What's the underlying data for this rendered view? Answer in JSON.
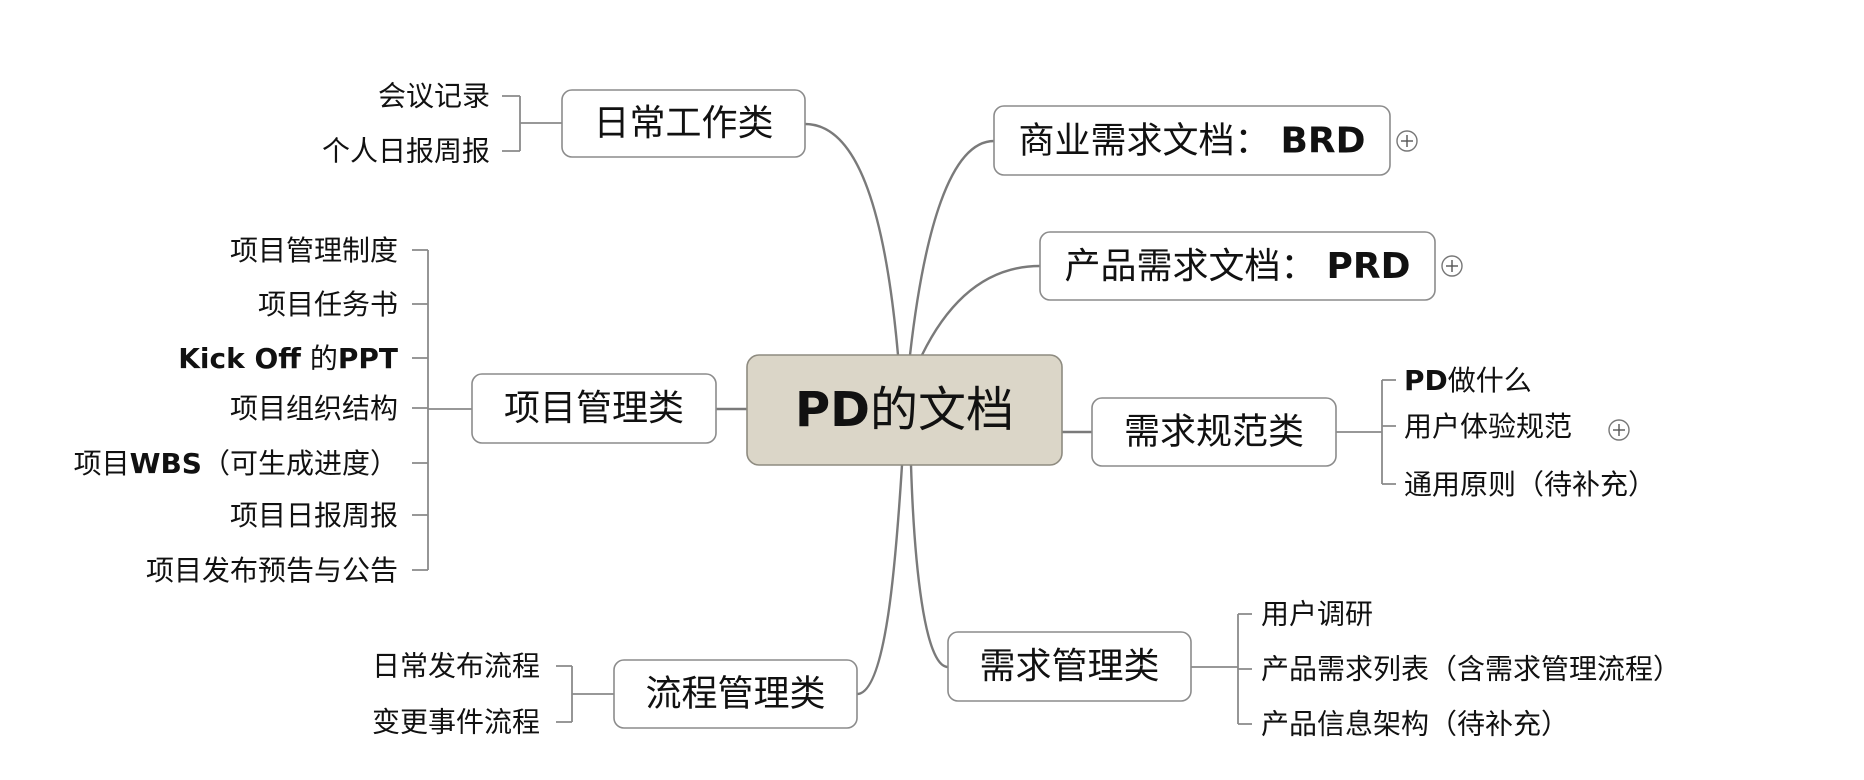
{
  "mindmap": {
    "center": {
      "parts": [
        "PD",
        "的文档"
      ]
    },
    "daily_work": {
      "label": "日常工作类",
      "items": [
        "会议记录",
        "个人日报周报"
      ]
    },
    "project_management": {
      "label": "项目管理类",
      "items": [
        [
          "项目管理制度"
        ],
        [
          "项目任务书"
        ],
        [
          "Kick Off",
          " 的",
          "PPT"
        ],
        [
          "项目组织结构"
        ],
        [
          "项目",
          "WBS",
          "（可生成进度）"
        ],
        [
          "项目日报周报"
        ],
        [
          "项目发布预告与公告"
        ]
      ]
    },
    "process_management": {
      "label": "流程管理类",
      "items": [
        "日常发布流程",
        "变更事件流程"
      ]
    },
    "brd": {
      "parts": [
        "商业需求文档：",
        "BRD"
      ],
      "collapsed": true
    },
    "prd": {
      "parts": [
        "产品需求文档：",
        "PRD"
      ],
      "collapsed": true
    },
    "requirement_spec": {
      "label": "需求规范类",
      "items": [
        [
          "PD",
          "做什么"
        ],
        [
          "用户体验规范"
        ],
        [
          "通用原则（待补充）"
        ]
      ],
      "collapsed_item_index": 1
    },
    "requirement_management": {
      "label": "需求管理类",
      "items": [
        "用户调研",
        "产品需求列表（含需求管理流程）",
        "产品信息架构（待补充）"
      ]
    }
  },
  "icons": {
    "expand": "plus-circle-icon"
  },
  "colors": {
    "center_fill": "#dbd6c8",
    "node_border": "#8c8c8c",
    "connector": "#7a7a7a",
    "text": "#111111"
  }
}
